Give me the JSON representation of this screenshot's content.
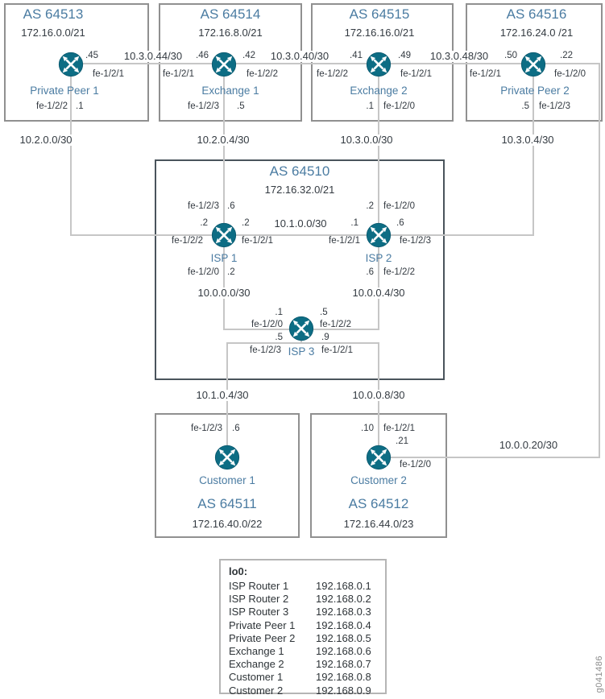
{
  "watermark": "g041486",
  "as_boxes": {
    "pp1": {
      "as": "AS 64513",
      "subnet": "172.16.0.0/21",
      "name": "Private Peer 1",
      "right_addr": ".45",
      "right_if": "fe-1/2/1",
      "bottom_if": "fe-1/2/2",
      "bottom_addr": ".1"
    },
    "ex1": {
      "as": "AS 64514",
      "subnet": "172.16.8.0/21",
      "name": "Exchange 1",
      "left_addr": ".46",
      "left_if": "fe-1/2/1",
      "right_addr": ".42",
      "right_if": "fe-1/2/2",
      "bottom_if": "fe-1/2/3",
      "bottom_addr": ".5"
    },
    "ex2": {
      "as": "AS 64515",
      "subnet": "172.16.16.0/21",
      "name": "Exchange 2",
      "left_addr": ".41",
      "left_if": "fe-1/2/2",
      "right_addr": ".49",
      "right_if": "fe-1/2/1",
      "bottom_addr": ".1",
      "bottom_if": "fe-1/2/0"
    },
    "pp2": {
      "as": "AS 64516",
      "subnet": "172.16.24.0 /21",
      "name": "Private Peer 2",
      "left_addr": ".50",
      "left_if": "fe-1/2/1",
      "right_addr": ".22",
      "right_if": "fe-1/2/0",
      "bottom_addr": ".5",
      "bottom_if": "fe-1/2/3"
    },
    "core": {
      "as": "AS 64510",
      "subnet": "172.16.32.0/21"
    },
    "c1": {
      "name": "Customer 1",
      "as": "AS 64511",
      "subnet": "172.16.40.0/22",
      "top_if": "fe-1/2/3",
      "top_addr": ".6"
    },
    "c2": {
      "name": "Customer 2",
      "as": "AS 64512",
      "subnet": "172.16.44.0/23",
      "top_addr": ".10",
      "top_if": "fe-1/2/1",
      "right_addr": ".21",
      "right_if": "fe-1/2/0"
    }
  },
  "core_routers": {
    "isp1": {
      "name": "ISP 1",
      "top_if": "fe-1/2/3",
      "top_addr": ".6",
      "left_addr": ".2",
      "left_if": "fe-1/2/2",
      "right_addr": ".2",
      "right_if": "fe-1/2/1",
      "bottom_if": "fe-1/2/0",
      "bottom_addr": ".2"
    },
    "isp2": {
      "name": "ISP 2",
      "top_addr": ".2",
      "top_if": "fe-1/2/0",
      "left_addr": ".1",
      "left_if": "fe-1/2/1",
      "right_addr": ".6",
      "right_if": "fe-1/2/3",
      "bottom_addr": ".6",
      "bottom_if": "fe-1/2/2"
    },
    "isp3": {
      "name": "ISP 3",
      "nw_addr": ".1",
      "nw_if": "fe-1/2/0",
      "ne_addr": ".5",
      "ne_if": "fe-1/2/2",
      "sw_addr": ".5",
      "sw_if": "fe-1/2/3",
      "se_addr": ".9",
      "se_if": "fe-1/2/1"
    }
  },
  "links": {
    "pp1_ex1": "10.3.0.44/30",
    "ex1_ex2": "10.3.0.40/30",
    "ex2_pp2": "10.3.0.48/30",
    "pp1_isp1": "10.2.0.0/30",
    "ex1_isp1": "10.2.0.4/30",
    "ex2_isp2": "10.3.0.0/30",
    "pp2_isp2": "10.3.0.4/30",
    "isp1_isp2": "10.1.0.0/30",
    "isp1_isp3": "10.0.0.0/30",
    "isp2_isp3": "10.0.0.4/30",
    "isp3_c1": "10.1.0.4/30",
    "isp3_c2": "10.0.0.8/30",
    "pp2_c2": "10.0.0.20/30"
  },
  "loopbacks": {
    "title": "lo0:",
    "rows": [
      {
        "name": "ISP Router 1",
        "ip": "192.168.0.1"
      },
      {
        "name": "ISP Router 2",
        "ip": "192.168.0.2"
      },
      {
        "name": "ISP Router 3",
        "ip": "192.168.0.3"
      },
      {
        "name": "Private Peer 1",
        "ip": "192.168.0.4"
      },
      {
        "name": "Private Peer 2",
        "ip": "192.168.0.5"
      },
      {
        "name": "Exchange 1",
        "ip": "192.168.0.6"
      },
      {
        "name": "Exchange 2",
        "ip": "192.168.0.7"
      },
      {
        "name": "Customer 1",
        "ip": "192.168.0.8"
      },
      {
        "name": "Customer 2",
        "ip": "192.168.0.9"
      }
    ]
  }
}
